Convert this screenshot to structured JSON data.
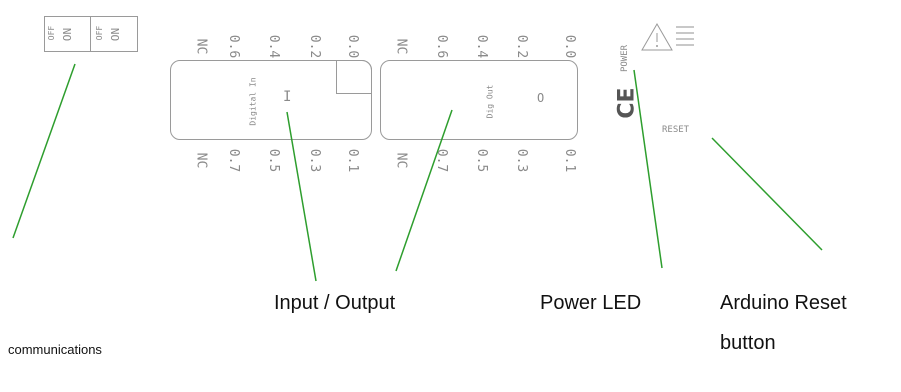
{
  "switch": {
    "labels": [
      "OFF",
      "ON",
      "OFF",
      "ON"
    ]
  },
  "input_block": {
    "top_pins": [
      "NC",
      "0.6",
      "0.4",
      "0.2",
      "0.0"
    ],
    "bottom_pins": [
      "NC",
      "0.7",
      "0.5",
      "0.3",
      "0.1"
    ],
    "name": "Digital In",
    "letter": "I"
  },
  "output_block": {
    "top_pins": [
      "NC",
      "0.6",
      "0.4",
      "0.2",
      "0.0"
    ],
    "bottom_pins": [
      "NC",
      "0.7",
      "0.5",
      "0.3",
      "0.1"
    ],
    "name": "Dig Out",
    "letter": "O"
  },
  "power_label": "POWER",
  "reset_label": "RESET",
  "ce_mark": "CE",
  "callouts": {
    "io": "Input / Output",
    "power": "Power LED",
    "reset_line1": "Arduino Reset",
    "reset_line2": "button",
    "comms": "communications"
  },
  "colors": {
    "leader": "#2e9e2e",
    "outline": "#9a9a9a",
    "pin_text": "#8a8a8a"
  }
}
